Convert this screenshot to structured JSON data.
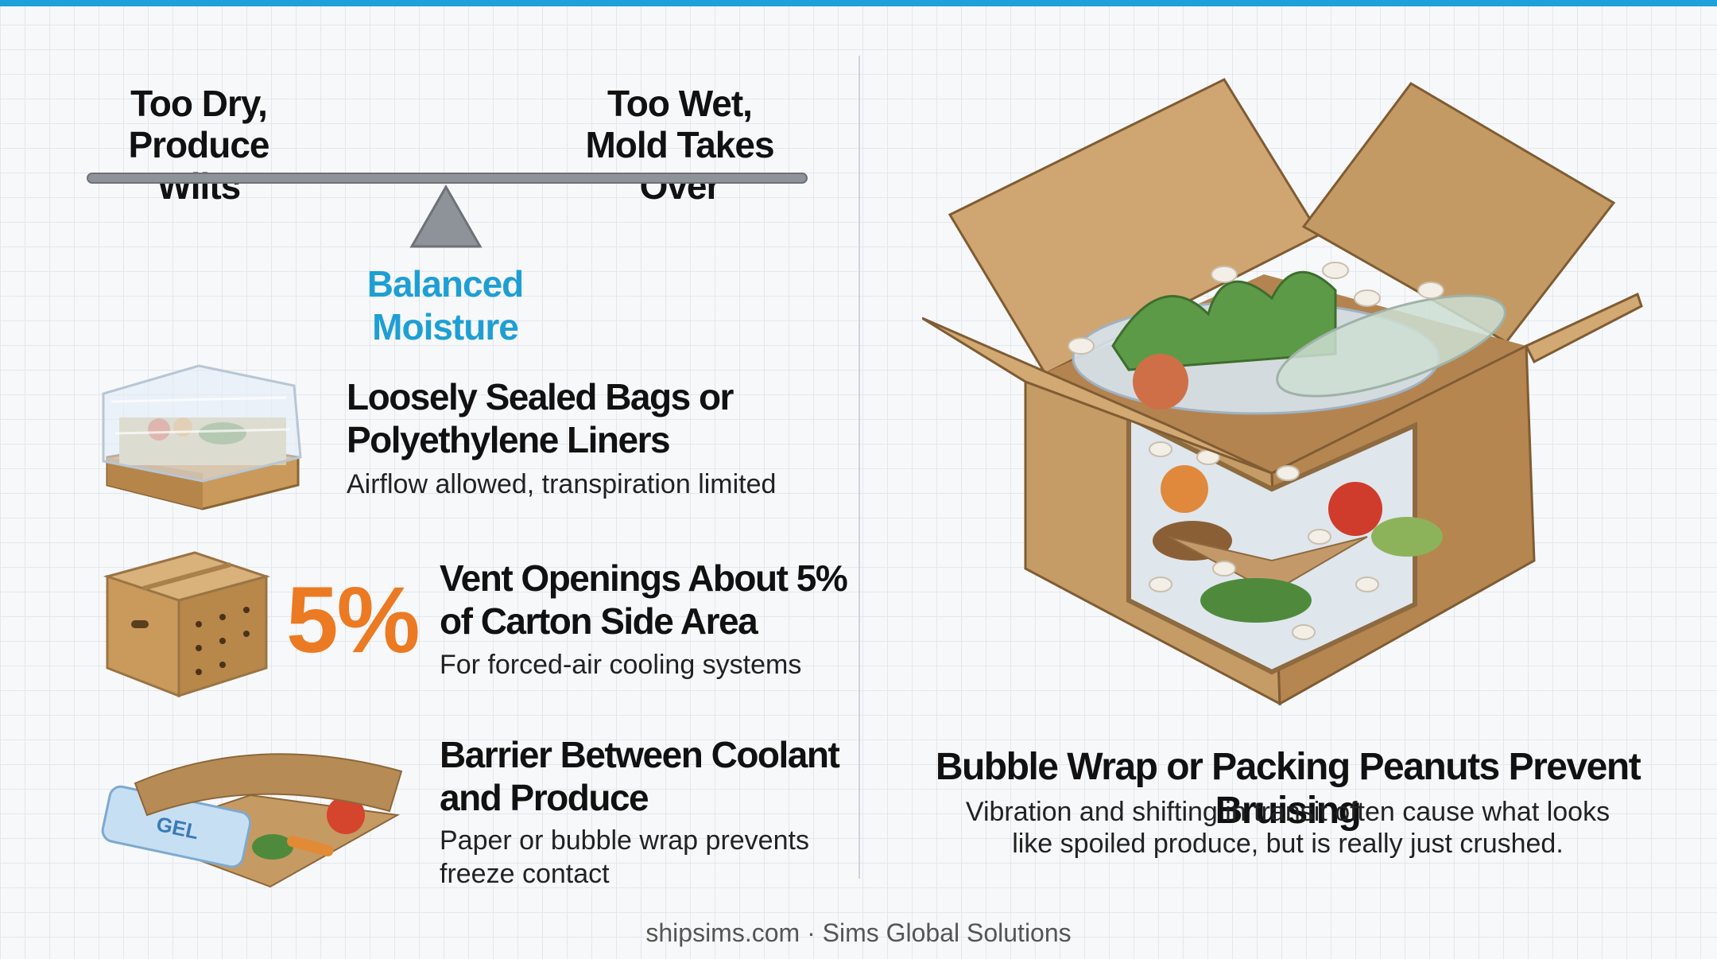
{
  "scale": {
    "left_label_line1": "Too Dry,",
    "left_label_line2": "Produce Wilts",
    "right_label_line1": "Too Wet,",
    "right_label_line2": "Mold Takes Over",
    "balance_label": "Balanced Moisture"
  },
  "items": [
    {
      "title_line1": "Loosely Sealed Bags or",
      "title_line2": "Polyethylene Liners",
      "subtitle_line1": "Airflow allowed, transpiration limited"
    },
    {
      "badge": "5%",
      "title_line1": "Vent Openings About 5%",
      "title_line2": "of Carton Side Area",
      "subtitle_line1": "For forced-air cooling systems"
    },
    {
      "title_line1": "Barrier Between Coolant",
      "title_line2": "and Produce",
      "subtitle_line1": "Paper or bubble wrap prevents",
      "subtitle_line2": "freeze contact",
      "gel_pack_text": "GEL"
    }
  ],
  "right_panel": {
    "title": "Bubble Wrap or Packing Peanuts Prevent Bruising",
    "subtitle_line1": "Vibration and shifting in transit often cause what looks",
    "subtitle_line2": "like spoiled produce, but is really just crushed."
  },
  "footer": "shipsims.com · Sims Global Solutions",
  "colors": {
    "accent_blue": "#1ea0d8",
    "accent_orange": "#ec7a22",
    "cardboard": "#c9a26e"
  }
}
